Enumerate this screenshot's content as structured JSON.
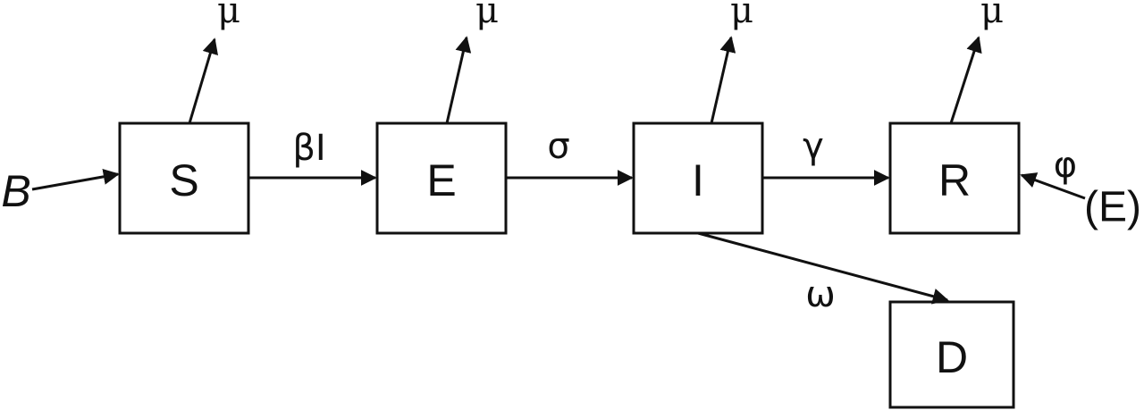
{
  "compartments": {
    "S": "S",
    "E": "E",
    "I": "I",
    "R": "R",
    "D": "D"
  },
  "rates": {
    "infection": "βI",
    "incubation": "σ",
    "recovery": "γ",
    "death": "ω",
    "external_recovery": "φ",
    "mortality": "μ"
  },
  "inputs": {
    "birth": "B",
    "external_source": "(E)"
  },
  "colors": {
    "stroke": "#111111",
    "background": "#ffffff"
  }
}
